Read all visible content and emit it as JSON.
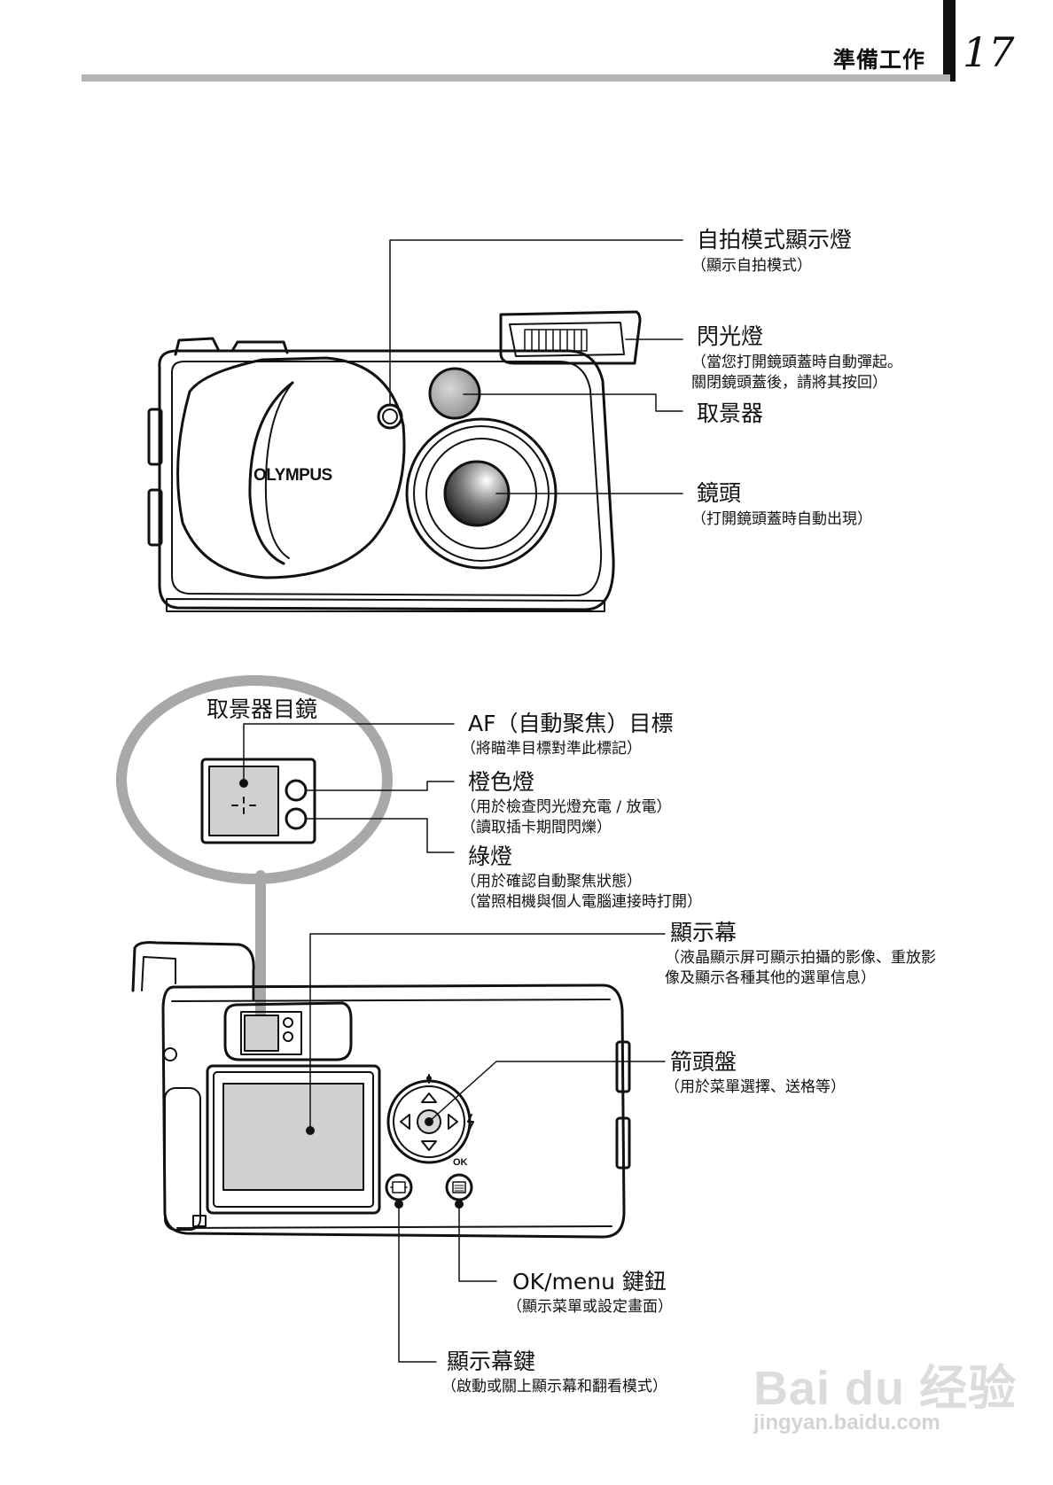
{
  "header": {
    "section_title": "準備工作",
    "page_number": "17"
  },
  "front_view": {
    "brand_logo": "OLYMPUS",
    "callouts": [
      {
        "label": "自拍模式顯示燈",
        "desc": [
          "（顯示自拍模式）"
        ]
      },
      {
        "label": "閃光燈",
        "desc": [
          "（當您打開鏡頭蓋時自動彈起。",
          "關閉鏡頭蓋後，請將其按回）"
        ]
      },
      {
        "label": "取景器",
        "desc": []
      },
      {
        "label": "鏡頭",
        "desc": [
          "（打開鏡頭蓋時自動出現）"
        ]
      }
    ]
  },
  "back_view": {
    "eyepiece_label": "取景器目鏡",
    "ok_mark": "OK",
    "callouts": [
      {
        "label": "AF（自動聚焦）目標",
        "desc": [
          "（將瞄準目標對準此標記）"
        ]
      },
      {
        "label": "橙色燈",
        "desc": [
          "（用於檢查閃光燈充電 / 放電）",
          "（讀取插卡期間閃爍）"
        ]
      },
      {
        "label": "綠燈",
        "desc": [
          "（用於確認自動聚焦狀態）",
          "（當照相機與個人電腦連接時打開）"
        ]
      },
      {
        "label": "顯示幕",
        "desc": [
          "（液晶顯示屏可顯示拍攝的影像、重放影",
          "像及顯示各種其他的選單信息）"
        ]
      },
      {
        "label": "箭頭盤",
        "desc": [
          "（用於菜單選擇、送格等）"
        ]
      },
      {
        "label": "OK/menu 鍵鈕",
        "desc": [
          "（顯示菜單或設定畫面）"
        ]
      },
      {
        "label": "顯示幕鍵",
        "desc": [
          "（啟動或關上顯示幕和翻看模式）"
        ]
      }
    ]
  },
  "watermark": {
    "brand": "Bai du 经验",
    "url": "jingyan.baidu.com"
  }
}
